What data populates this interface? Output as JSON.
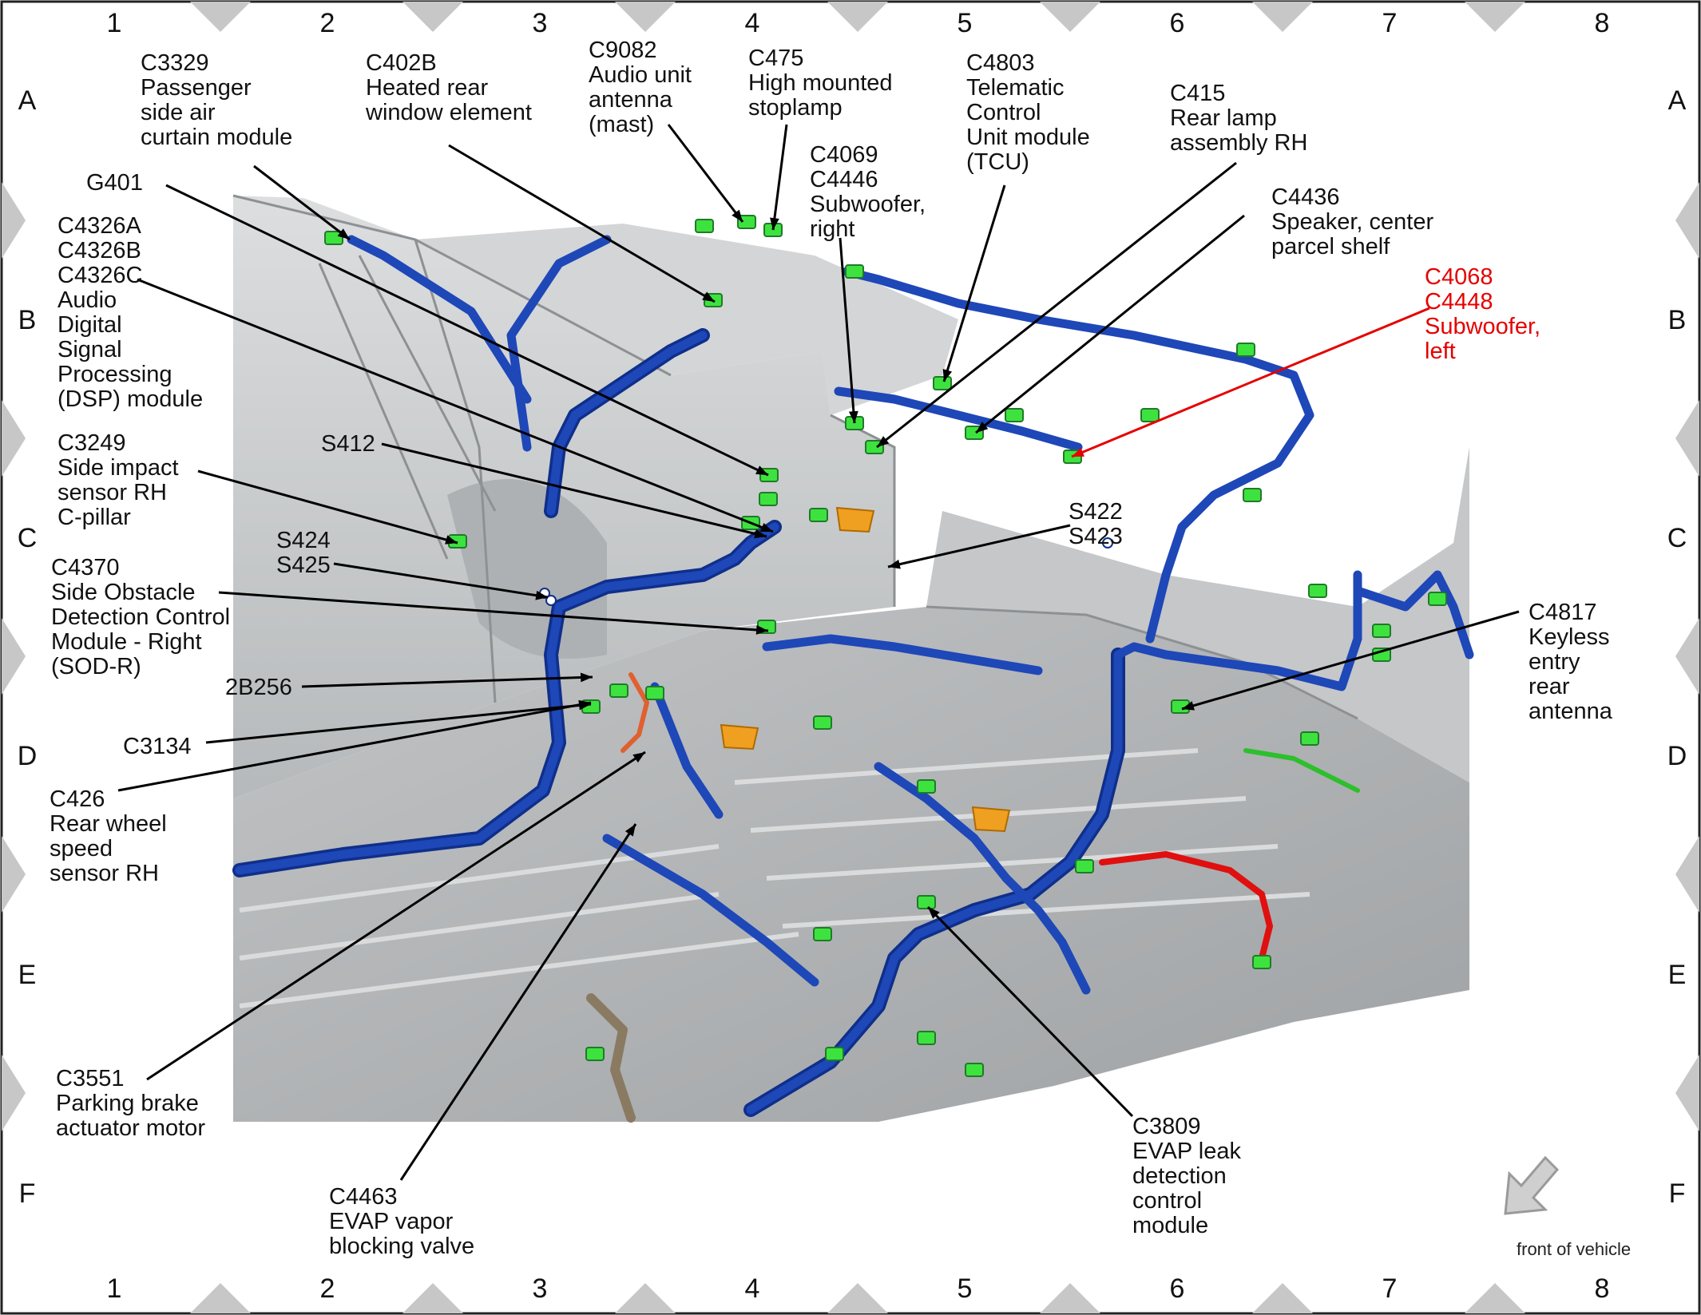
{
  "grid": {
    "columns": [
      "1",
      "2",
      "3",
      "4",
      "5",
      "6",
      "7",
      "8"
    ],
    "rows": [
      "A",
      "B",
      "C",
      "D",
      "E",
      "F"
    ]
  },
  "callouts": [
    {
      "id": "c3329",
      "lines": [
        "C3329",
        "Passenger",
        "side air",
        "curtain module"
      ]
    },
    {
      "id": "c402b",
      "lines": [
        "C402B",
        "Heated rear",
        "window element"
      ]
    },
    {
      "id": "c9082",
      "lines": [
        "C9082",
        "Audio unit",
        "antenna",
        "(mast)"
      ]
    },
    {
      "id": "c475",
      "lines": [
        "C475",
        "High mounted",
        "stoplamp"
      ]
    },
    {
      "id": "c4803",
      "lines": [
        "C4803",
        "Telematic",
        "Control",
        "Unit module",
        "(TCU)"
      ]
    },
    {
      "id": "c415",
      "lines": [
        "C415",
        "Rear lamp",
        "assembly RH"
      ]
    },
    {
      "id": "c4069",
      "lines": [
        "C4069",
        "C4446",
        "Subwoofer,",
        "right"
      ]
    },
    {
      "id": "c4436",
      "lines": [
        "C4436",
        "Speaker, center",
        "parcel shelf"
      ]
    },
    {
      "id": "c4068",
      "lines": [
        "C4068",
        "C4448",
        "Subwoofer,",
        "left"
      ],
      "highlight": true
    },
    {
      "id": "g401",
      "lines": [
        "G401"
      ]
    },
    {
      "id": "c4326",
      "lines": [
        "C4326A",
        "C4326B",
        "C4326C",
        "Audio",
        "Digital",
        "Signal",
        "Processing",
        "(DSP) module"
      ]
    },
    {
      "id": "s412",
      "lines": [
        "S412"
      ]
    },
    {
      "id": "c3249",
      "lines": [
        "C3249",
        "Side impact",
        "sensor RH",
        "C-pillar"
      ]
    },
    {
      "id": "s424",
      "lines": [
        "S424",
        "S425"
      ]
    },
    {
      "id": "s422",
      "lines": [
        "S422",
        "S423"
      ]
    },
    {
      "id": "c4370",
      "lines": [
        "C4370",
        "Side Obstacle",
        "Detection Control",
        "Module - Right",
        "(SOD-R)"
      ]
    },
    {
      "id": "c4817",
      "lines": [
        "C4817",
        "Keyless",
        "entry",
        "rear",
        "antenna"
      ]
    },
    {
      "id": "2b256",
      "lines": [
        "2B256"
      ]
    },
    {
      "id": "c3134",
      "lines": [
        "C3134"
      ]
    },
    {
      "id": "c426",
      "lines": [
        "C426",
        "Rear wheel",
        "speed",
        "sensor RH"
      ]
    },
    {
      "id": "c3551",
      "lines": [
        "C3551",
        "Parking brake",
        "actuator motor"
      ]
    },
    {
      "id": "c4463",
      "lines": [
        "C4463",
        "EVAP vapor",
        "blocking valve"
      ]
    },
    {
      "id": "c3809",
      "lines": [
        "C3809",
        "EVAP leak",
        "detection",
        "control",
        "module"
      ]
    }
  ],
  "orientation_label": "front of vehicle",
  "colors": {
    "harness": "#1e47b8",
    "harness_dark": "#0f2f8a",
    "connector": "#3ee23e",
    "connector_dark": "#1f7a2a",
    "splice": "#f0a020",
    "highlight_line": "#e60000",
    "body": "#c8cacc",
    "body_dark": "#8e9193",
    "border_marker": "#c7c7c7"
  }
}
